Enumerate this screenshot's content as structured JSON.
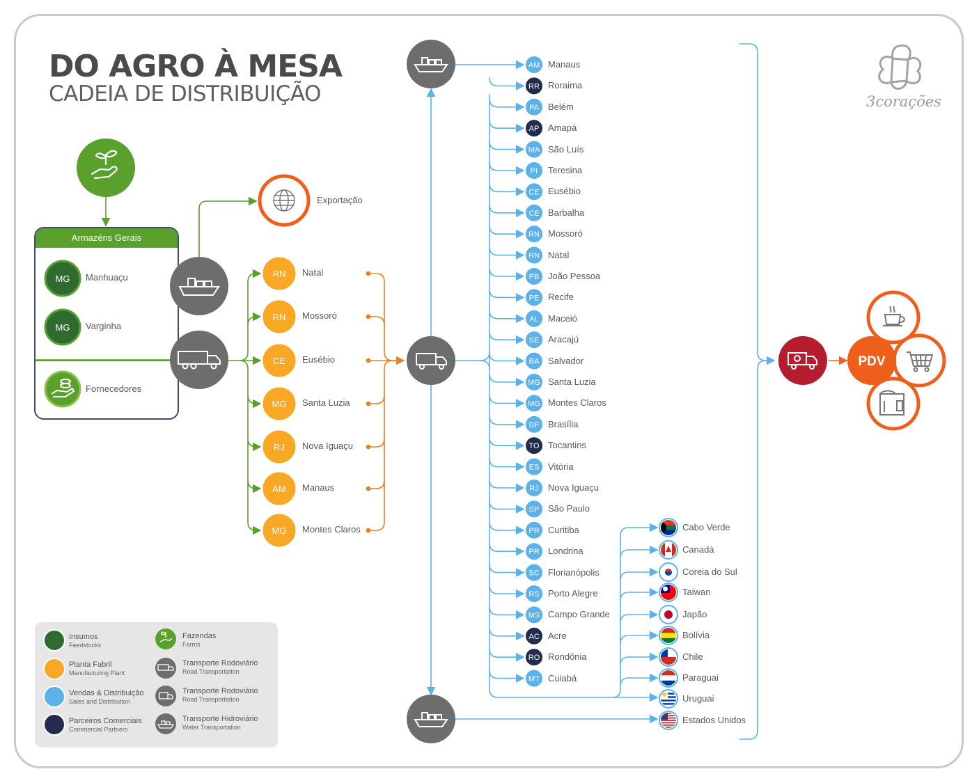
{
  "header": {
    "title": "DO AGRO À MESA",
    "subtitle": "CADEIA DE DISTRIBUIÇÃO"
  },
  "logo": {
    "text": "3corações",
    "icon": "three-hearts-logo-icon"
  },
  "colors": {
    "insumos": "#2f6b2f",
    "planta_fabril": "#f9a825",
    "vendas": "#5bb2ea",
    "parceiros": "#232c4d",
    "transporte": "#6d6d6d",
    "export": "#ef5f1c",
    "pdv": "#ef5f1c",
    "final_truck": "#b51c2e",
    "green_line": "#5aa02c",
    "orange_line": "#ef7d22",
    "blue_line": "#5bb2ea"
  },
  "warehouse": {
    "header": "Armazéns Gerais",
    "sites": [
      {
        "code": "MG",
        "name": "Manhuaçu"
      },
      {
        "code": "MG",
        "name": "Varginha"
      }
    ],
    "suppliers": "Fornecedores"
  },
  "export_label": "Exportação",
  "plants": [
    {
      "code": "RN",
      "name": "Natal"
    },
    {
      "code": "RN",
      "name": "Mossoró"
    },
    {
      "code": "CE",
      "name": "Eusébio"
    },
    {
      "code": "MG",
      "name": "Santa Luzia"
    },
    {
      "code": "RJ",
      "name": "Nova Iguaçu"
    },
    {
      "code": "AM",
      "name": "Manaus"
    },
    {
      "code": "MG",
      "name": "Montes Claros"
    }
  ],
  "distribution": [
    {
      "code": "AM",
      "name": "Manaus",
      "type": "vendas"
    },
    {
      "code": "RR",
      "name": "Roraima",
      "type": "parceiros"
    },
    {
      "code": "PA",
      "name": "Belém",
      "type": "vendas"
    },
    {
      "code": "AP",
      "name": "Amapá",
      "type": "parceiros"
    },
    {
      "code": "MA",
      "name": "São Luís",
      "type": "vendas"
    },
    {
      "code": "PI",
      "name": "Teresina",
      "type": "vendas"
    },
    {
      "code": "CE",
      "name": "Eusébio",
      "type": "vendas"
    },
    {
      "code": "CE",
      "name": "Barbalha",
      "type": "vendas"
    },
    {
      "code": "RN",
      "name": "Mossoró",
      "type": "vendas"
    },
    {
      "code": "RN",
      "name": "Natal",
      "type": "vendas"
    },
    {
      "code": "PB",
      "name": "João Pessoa",
      "type": "vendas"
    },
    {
      "code": "PE",
      "name": "Recife",
      "type": "vendas"
    },
    {
      "code": "AL",
      "name": "Maceió",
      "type": "vendas"
    },
    {
      "code": "SE",
      "name": "Aracajú",
      "type": "vendas"
    },
    {
      "code": "BA",
      "name": "Salvador",
      "type": "vendas"
    },
    {
      "code": "MG",
      "name": "Santa Luzia",
      "type": "vendas"
    },
    {
      "code": "MG",
      "name": "Montes Claros",
      "type": "vendas"
    },
    {
      "code": "DF",
      "name": "Brasília",
      "type": "vendas"
    },
    {
      "code": "TO",
      "name": "Tocantins",
      "type": "parceiros"
    },
    {
      "code": "ES",
      "name": "Vitória",
      "type": "vendas"
    },
    {
      "code": "RJ",
      "name": "Nova Iguaçu",
      "type": "vendas"
    },
    {
      "code": "SP",
      "name": "São Paulo",
      "type": "vendas"
    },
    {
      "code": "PR",
      "name": "Curitiba",
      "type": "vendas"
    },
    {
      "code": "PR",
      "name": "Londrina",
      "type": "vendas"
    },
    {
      "code": "SC",
      "name": "Florianópolis",
      "type": "vendas"
    },
    {
      "code": "RS",
      "name": "Porto Alegre",
      "type": "vendas"
    },
    {
      "code": "MS",
      "name": "Campo Grande",
      "type": "vendas"
    },
    {
      "code": "AC",
      "name": "Acre",
      "type": "parceiros"
    },
    {
      "code": "RO",
      "name": "Rondônia",
      "type": "parceiros"
    },
    {
      "code": "MT",
      "name": "Cuiabá",
      "type": "vendas"
    }
  ],
  "countries": [
    {
      "name": "Cabo Verde",
      "flag": "flag-south-africa-icon"
    },
    {
      "name": "Canadá",
      "flag": "flag-canada-icon"
    },
    {
      "name": "Coreia do Sul",
      "flag": "flag-south-korea-icon"
    },
    {
      "name": "Taiwan",
      "flag": "flag-taiwan-icon"
    },
    {
      "name": "Japão",
      "flag": "flag-japan-icon"
    },
    {
      "name": "Bolívia",
      "flag": "flag-bolivia-icon"
    },
    {
      "name": "Chile",
      "flag": "flag-chile-icon"
    },
    {
      "name": "Paraguai",
      "flag": "flag-paraguay-icon"
    },
    {
      "name": "Uruguai",
      "flag": "flag-uruguay-icon"
    },
    {
      "name": "Estados Unidos",
      "flag": "flag-usa-icon"
    }
  ],
  "pdv": {
    "label": "PDV",
    "outlets": [
      "coffee-cup-icon",
      "shopping-cart-icon",
      "coffee-machine-icon"
    ]
  },
  "legend": [
    {
      "title": "Insumos",
      "subtitle": "Feedstocks",
      "marker": "insumos"
    },
    {
      "title": "Fazendas",
      "subtitle": "Farms",
      "marker": "farm-icon"
    },
    {
      "title": "Planta Fabril",
      "subtitle": "Manufacturing Plant",
      "marker": "planta_fabril"
    },
    {
      "title": "Transporte Rodoviário",
      "subtitle": "Road Transportation",
      "marker": "truck-icon"
    },
    {
      "title": "Vendas & Distribuição",
      "subtitle": "Sales and Distribution",
      "marker": "vendas"
    },
    {
      "title": "Transporte Rodoviário",
      "subtitle": "Road Transportation",
      "marker": "small-truck-icon"
    },
    {
      "title": "Parceiros Comerciais",
      "subtitle": "Commercial Partners",
      "marker": "parceiros"
    },
    {
      "title": "Transporte Hidroviário",
      "subtitle": "Water Transportation",
      "marker": "ship-icon"
    }
  ]
}
